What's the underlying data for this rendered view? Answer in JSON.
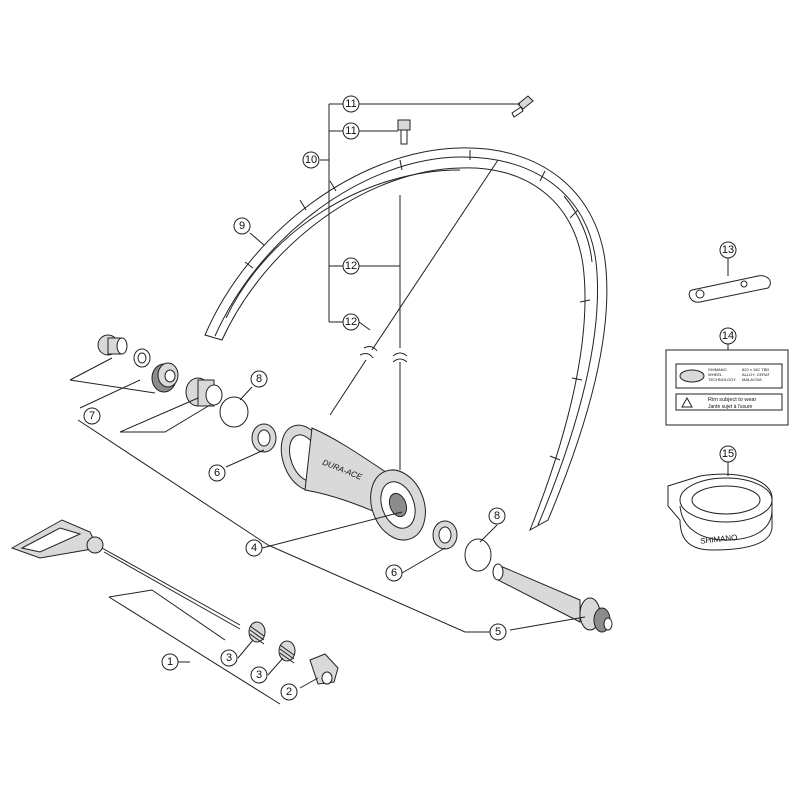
{
  "callouts": {
    "n1": "1",
    "n2": "2",
    "n3a": "3",
    "n3b": "3",
    "n4": "4",
    "n5": "5",
    "n6a": "6",
    "n6b": "6",
    "n7": "7",
    "n8a": "8",
    "n8b": "8",
    "n9": "9",
    "n10": "10",
    "n11a": "11",
    "n11b": "11",
    "n12a": "12",
    "n12b": "12",
    "n13": "13",
    "n14": "14",
    "n15": "15"
  },
  "hub_logo": "DURA-ACE",
  "rim_tape_logo": "SHIMANO",
  "label_sticker": {
    "line1": "SHIMANO",
    "line2": "WHEEL",
    "line3": "TECHNOLOGY",
    "right1": "622 x 15C TBD",
    "right2": "ALLOY, CERAT",
    "right3": "MALAYSIA",
    "warn1": "Rim subject to wear",
    "warn2": "Jante sujet à l'usure"
  },
  "colors": {
    "line": "#222222",
    "part_fill": "#d9d9d9",
    "dark_fill": "#8c8c8c"
  }
}
